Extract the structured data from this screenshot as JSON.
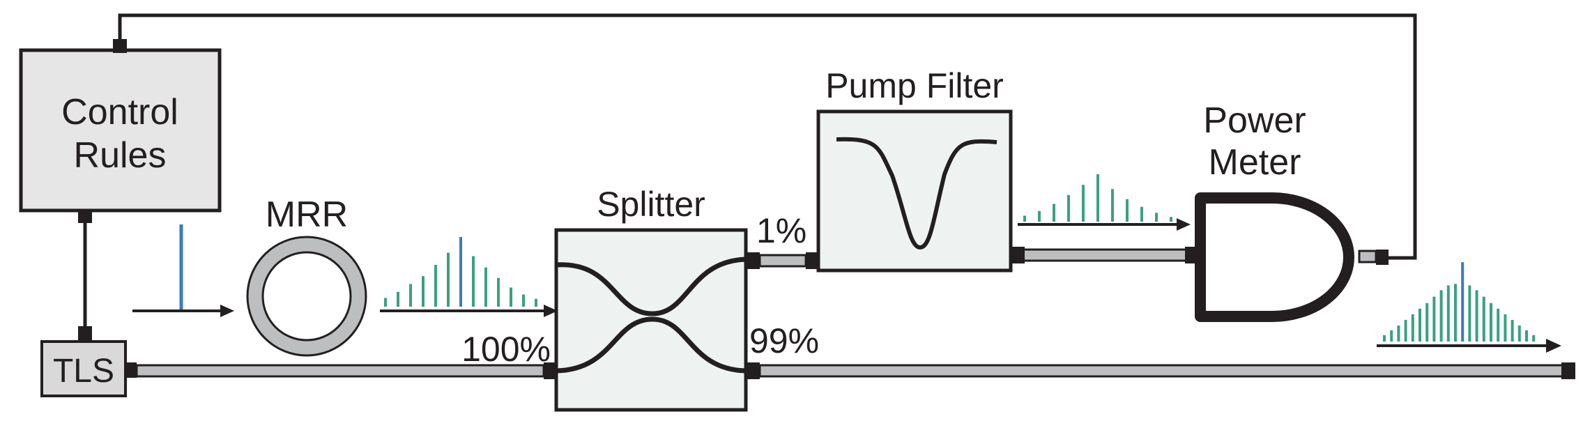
{
  "labels": {
    "control_line1": "Control",
    "control_line2": "Rules",
    "tls": "TLS",
    "mrr": "MRR",
    "splitter": "Splitter",
    "pump_filter": "Pump Filter",
    "power_meter_line1": "Power",
    "power_meter_line2": "Meter",
    "pct_100": "100%",
    "pct_1": "1%",
    "pct_99": "99%"
  },
  "colors": {
    "stroke": "#231f20",
    "box_fill": "#e6e6e6",
    "splitter_fill": "#eef3f1",
    "fiber_fill": "#bcbec0",
    "ring_fill": "#bcbec0",
    "comb_green": "#3aa17e",
    "pump_blue": "#3a7db8"
  },
  "spectra": {
    "mrr_output": {
      "lines": [
        0.1,
        0.17,
        0.26,
        0.35,
        0.48,
        0.62,
        0.8,
        0.58,
        0.45,
        0.33,
        0.22,
        0.14,
        0.09
      ],
      "pump_index": 6
    },
    "filtered": {
      "lines": [
        0.1,
        0.18,
        0.3,
        0.45,
        0.62,
        0.8,
        0.55,
        0.38,
        0.25,
        0.15,
        0.08
      ],
      "pump_index": -1
    },
    "output": {
      "lines": [
        0.08,
        0.14,
        0.2,
        0.27,
        0.34,
        0.41,
        0.48,
        0.56,
        0.64,
        0.7,
        0.72,
        0.99,
        0.7,
        0.64,
        0.56,
        0.48,
        0.41,
        0.34,
        0.27,
        0.2,
        0.14,
        0.08
      ],
      "pump_index": 11
    }
  }
}
